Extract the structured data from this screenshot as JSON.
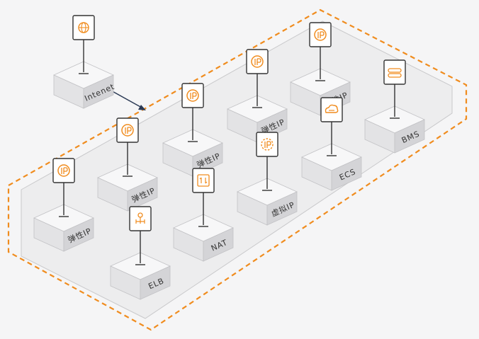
{
  "colors": {
    "accent": "#f08c1e",
    "zone_fill": "#ededee",
    "zone_stroke": "#c9c9cb",
    "box_top": "#f7f7f8",
    "box_left": "#e3e3e5",
    "box_right": "#d4d4d7",
    "arrow": "#2b3a55"
  },
  "nodes": [
    {
      "id": "internet",
      "label": "Intenet",
      "icon": "globe-icon"
    },
    {
      "id": "eip-1",
      "label": "弹性IP",
      "icon": "ip-icon"
    },
    {
      "id": "eip-2",
      "label": "弹性IP",
      "icon": "ip-icon"
    },
    {
      "id": "eip-3",
      "label": "弹性IP",
      "icon": "ip-icon"
    },
    {
      "id": "bms",
      "label": "BMS",
      "icon": "server-icon"
    },
    {
      "id": "eip-4",
      "label": "弹性IP",
      "icon": "ip-icon"
    },
    {
      "id": "ecs",
      "label": "ECS",
      "icon": "cloud-icon"
    },
    {
      "id": "eip-5",
      "label": "弹性IP",
      "icon": "ip-icon"
    },
    {
      "id": "vip",
      "label": "虚拟IP",
      "icon": "virtual-ip-icon"
    },
    {
      "id": "nat",
      "label": "NAT",
      "icon": "nat-gateway-icon"
    },
    {
      "id": "elb",
      "label": "ELB",
      "icon": "load-balancer-icon"
    }
  ],
  "edges": [
    {
      "from": "internet",
      "to": "zone",
      "style": "arrow"
    }
  ]
}
